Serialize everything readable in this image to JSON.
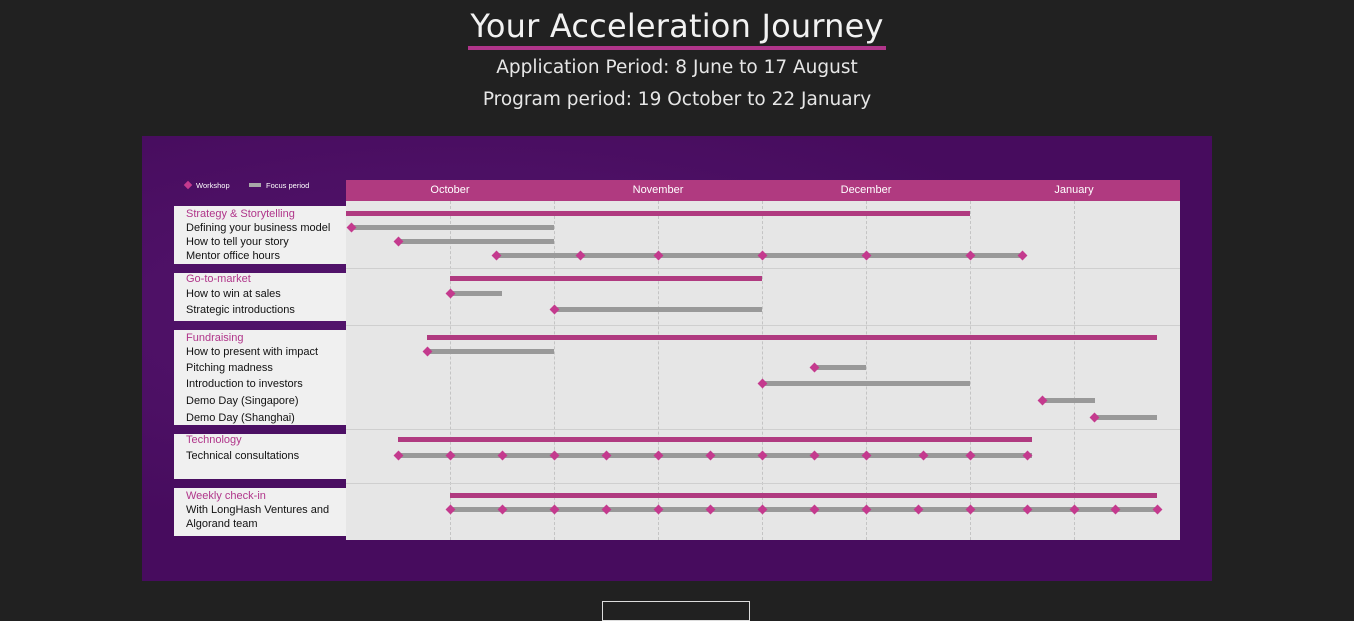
{
  "header": {
    "title": "Your Acceleration Journey",
    "application_period": "Application Period: 8 June to 17 August",
    "program_period": "Program period: 19 October to 22 January"
  },
  "colors": {
    "background": "#212121",
    "banner": "#470c5e",
    "accent": "#b03a80",
    "focus": "#999999",
    "grid": "#e6e6e6"
  },
  "legend": {
    "workshop": "Workshop",
    "focus": "Focus period"
  },
  "chart_data": {
    "type": "gantt",
    "months": [
      "October",
      "November",
      "December",
      "January"
    ],
    "groups": [
      {
        "title": "Strategy & Storytelling",
        "span": [
          0,
          6
        ],
        "items": [
          {
            "label": "Defining your business model",
            "focus": [
              0.05,
              2
            ],
            "workshops": [
              0.05
            ]
          },
          {
            "label": "How to tell your story",
            "focus": [
              0.5,
              2
            ],
            "workshops": [
              0.5
            ]
          },
          {
            "label": "Mentor office hours",
            "focus": [
              1.45,
              6.5
            ],
            "workshops": [
              1.45,
              2.25,
              3,
              4,
              5,
              6,
              6.5
            ]
          }
        ]
      },
      {
        "title": "Go-to-market",
        "span": [
          1,
          4
        ],
        "items": [
          {
            "label": "How to win at sales",
            "focus": [
              1,
              1.5
            ],
            "workshops": [
              1
            ]
          },
          {
            "label": "Strategic introductions",
            "focus": [
              2,
              4
            ],
            "workshops": [
              2
            ]
          }
        ]
      },
      {
        "title": "Fundraising",
        "span": [
          0.78,
          7.8
        ],
        "items": [
          {
            "label": "How to present with impact",
            "focus": [
              0.78,
              2
            ],
            "workshops": [
              0.78
            ]
          },
          {
            "label": "Pitching madness",
            "focus": [
              4.5,
              5
            ],
            "workshops": [
              4.5
            ]
          },
          {
            "label": "Introduction to investors",
            "focus": [
              4,
              6
            ],
            "workshops": [
              4
            ]
          },
          {
            "label": "Demo Day (Singapore)",
            "focus": [
              6.7,
              7.2
            ],
            "workshops": [
              6.7
            ]
          },
          {
            "label": "Demo Day (Shanghai)",
            "focus": [
              7.2,
              7.8
            ],
            "workshops": [
              7.2
            ]
          }
        ]
      },
      {
        "title": "Technology",
        "span": [
          0.5,
          6.6
        ],
        "items": [
          {
            "label": "Technical consultations",
            "focus": [
              0.5,
              6.6
            ],
            "workshops": [
              0.5,
              1,
              1.5,
              2,
              2.5,
              3,
              3.5,
              4,
              4.5,
              5,
              5.55,
              6,
              6.55
            ]
          }
        ]
      },
      {
        "title": "Weekly check-in",
        "span": [
          1,
          7.8
        ],
        "items": [
          {
            "label": "With LongHash Ventures and",
            "focus": [
              1,
              7.8
            ],
            "workshops": [
              1,
              1.5,
              2,
              2.5,
              3,
              3.5,
              4,
              4.5,
              5,
              5.5,
              6,
              6.55,
              7,
              7.4,
              7.8
            ]
          },
          {
            "label": "Algorand team"
          }
        ]
      }
    ]
  }
}
